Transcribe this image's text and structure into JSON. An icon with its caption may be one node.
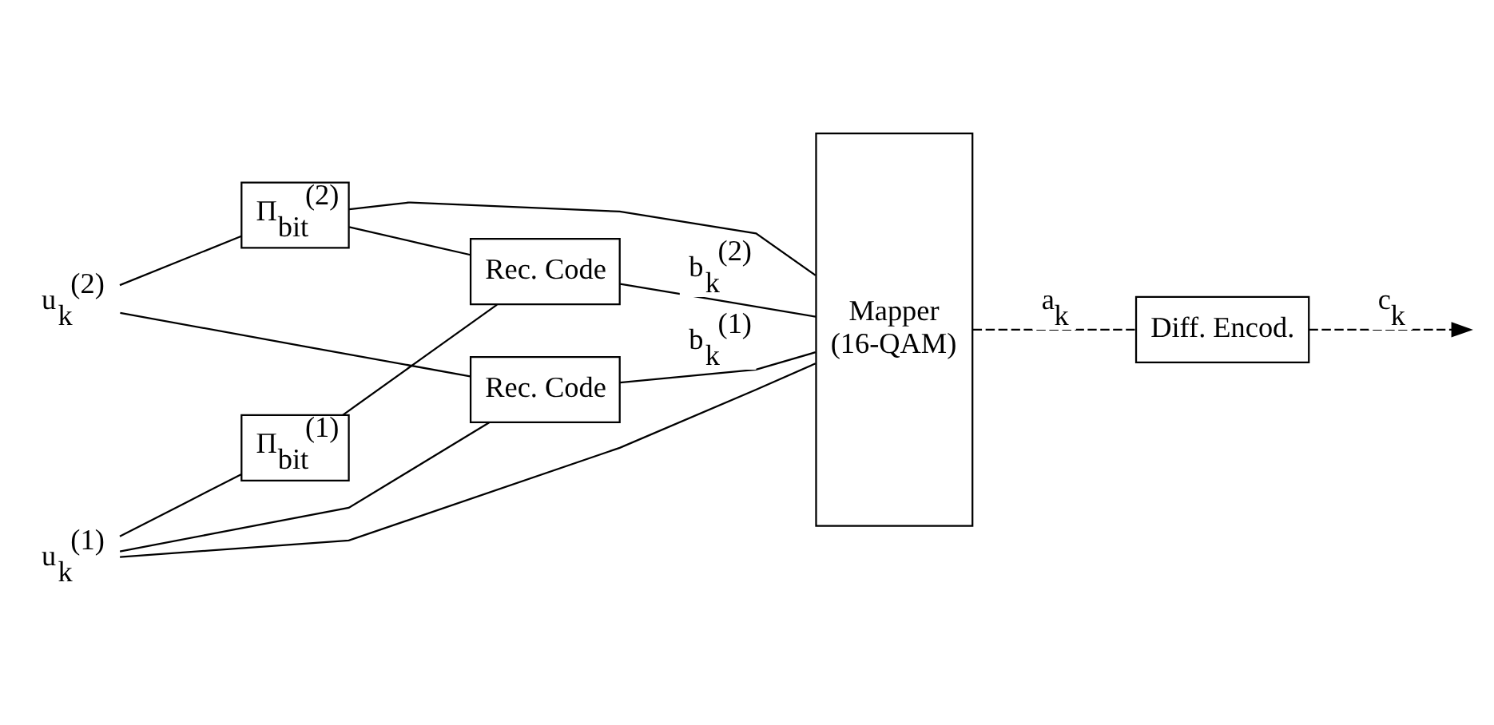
{
  "diagram": {
    "nodes": [
      {
        "text": [
          "u$_{k}$$^{(2)}$"
        ]
      },
      {
        "text": [
          "u$_{k}$$^{(1)}$"
        ]
      },
      {
        "text": [
          "Π$_{bit}$$^{(2)}$"
        ]
      },
      {
        "text": [
          "Π$_{bit}$$^{(1)}$"
        ]
      },
      {
        "text": [
          "Rec. Code"
        ]
      },
      {
        "text": [
          "Rec. Code"
        ]
      },
      {
        "text": [
          "Mapper",
          "(16-QAM)"
        ]
      },
      {
        "text": [
          "Diff. Encod."
        ]
      }
    ],
    "edges": [
      {
        "from": 0,
        "to": 4,
        "arrow": "none"
      },
      {
        "from": 0,
        "to": 2,
        "arrow": "none"
      },
      {
        "from": 1,
        "to": 6,
        "arrow": "none"
      },
      {
        "from": 1,
        "to": 3,
        "arrow": "none"
      },
      {
        "from": 1,
        "to": 4,
        "arrow": "none"
      },
      {
        "from": 2,
        "to": 6,
        "arrow": "none"
      },
      {
        "from": 2,
        "to": 5,
        "arrow": "none"
      },
      {
        "from": 3,
        "to": 5,
        "arrow": "none"
      },
      {
        "from": 4,
        "to": 6,
        "arrow": "none",
        "label": "b$_{k}$$^{(1)}$"
      },
      {
        "from": 5,
        "to": 6,
        "arrow": "none",
        "label": "b$_{k}$$^{(2)}$"
      },
      {
        "from": 6,
        "to": 7,
        "arrow": "none",
        "style": "dashed",
        "label": "a$_{k}$"
      },
      {
        "from": 7,
        "to": null,
        "arrow": "to",
        "style": "dashed",
        "label": "c$_{k}$"
      }
    ]
  }
}
